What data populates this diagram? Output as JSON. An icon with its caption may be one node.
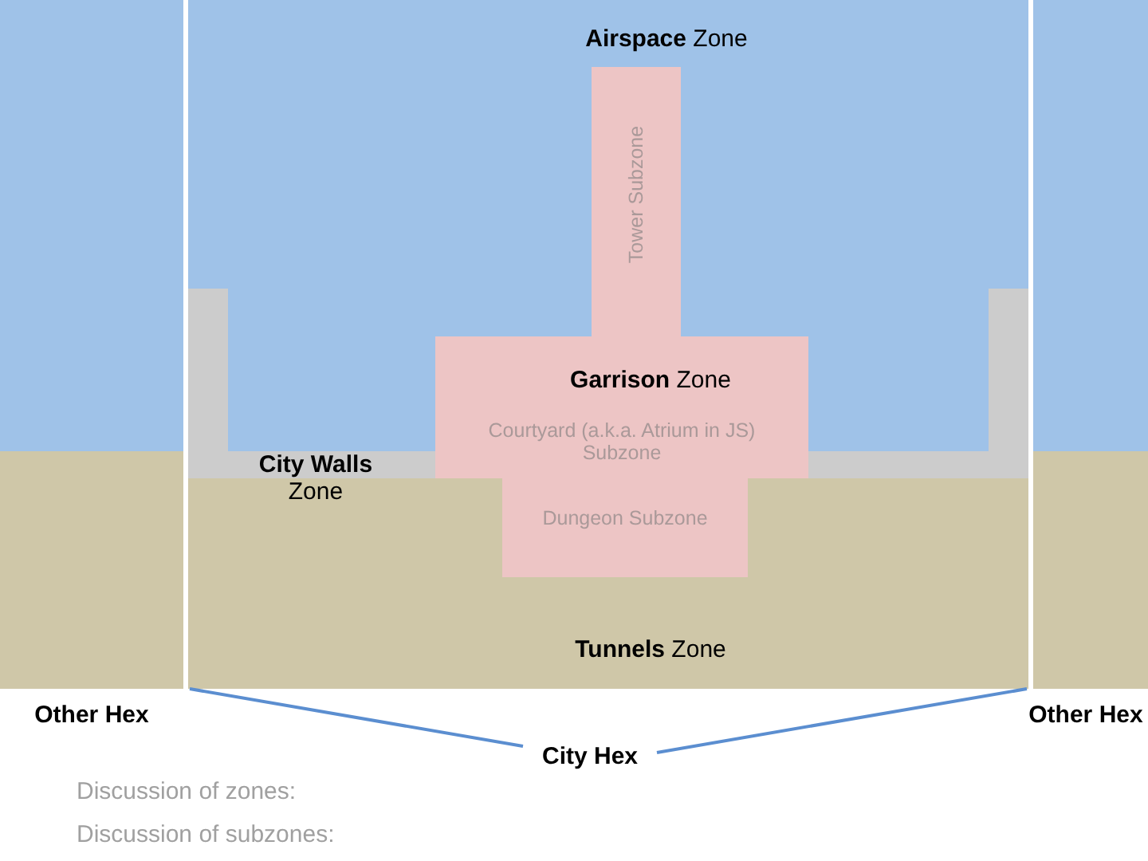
{
  "diagram": {
    "nodes": [
      {
        "text": [
          "Other Hex"
        ]
      },
      {
        "text": [
          "City Hex"
        ]
      },
      {
        "text": [
          "**Airspace** Zone"
        ],
        "in": 1
      },
      {
        "text": [
          "**Tunnels** Zone"
        ],
        "in": 1
      },
      {
        "text": [
          "**City Walls** Zone"
        ],
        "in": 1
      },
      {
        "text": [
          "**Garrison** Zone"
        ],
        "in": 1
      },
      {
        "text": [
          "Tower Subzone"
        ],
        "in": 5
      },
      {
        "text": [
          "Courtyard (a.k.a. Atrium in JS) Subzone"
        ],
        "in": 5
      },
      {
        "text": [
          "Dungeon Subzone"
        ],
        "in": 5
      },
      {
        "text": [
          "Other Hex"
        ]
      }
    ],
    "labels": [
      "Discussion of zones:",
      "Discussion of subzones:"
    ]
  }
}
